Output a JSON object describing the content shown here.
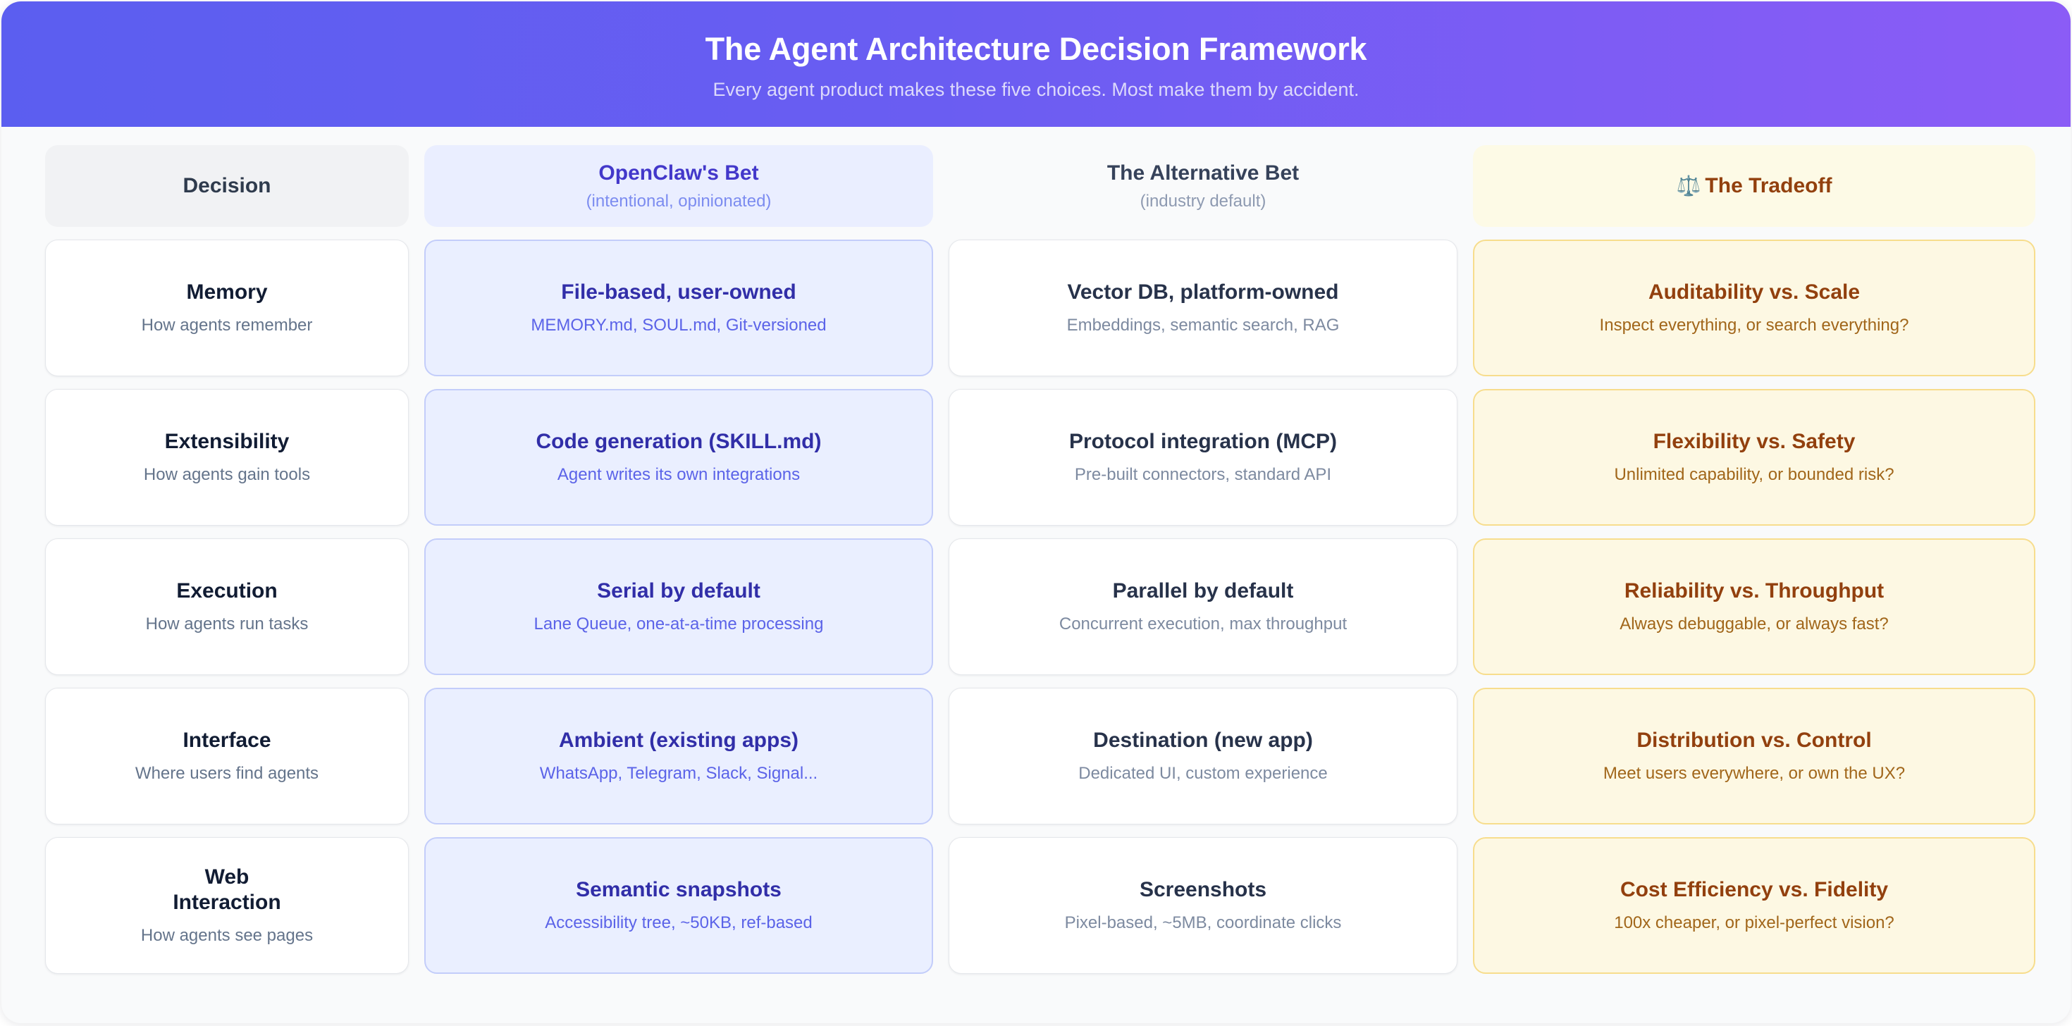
{
  "header": {
    "title": "The Agent Architecture Decision Framework",
    "subtitle": "Every agent product makes these five choices. Most make them by accident.",
    "gradient_start": "#5b5ef0",
    "gradient_end": "#8b5cf6"
  },
  "columns": [
    {
      "title": "Decision",
      "subtitle": ""
    },
    {
      "title": "OpenClaw's Bet",
      "subtitle": "(intentional, opinionated)"
    },
    {
      "title": "The Alternative Bet",
      "subtitle": "(industry default)"
    },
    {
      "title": "The Tradeoff",
      "subtitle": "",
      "icon": "balance-scale-icon",
      "icon_glyph": "⚖️"
    }
  ],
  "rows": [
    {
      "decision": {
        "title": "Memory",
        "sub": "How agents remember"
      },
      "openclaw": {
        "title": "File-based, user-owned",
        "sub": "MEMORY.md, SOUL.md, Git-versioned"
      },
      "alternative": {
        "title": "Vector DB, platform-owned",
        "sub": "Embeddings, semantic search, RAG"
      },
      "tradeoff": {
        "title": "Auditability vs. Scale",
        "sub": "Inspect everything, or search everything?"
      }
    },
    {
      "decision": {
        "title": "Extensibility",
        "sub": "How agents gain tools"
      },
      "openclaw": {
        "title": "Code generation (SKILL.md)",
        "sub": "Agent writes its own integrations"
      },
      "alternative": {
        "title": "Protocol integration (MCP)",
        "sub": "Pre-built connectors, standard API"
      },
      "tradeoff": {
        "title": "Flexibility vs. Safety",
        "sub": "Unlimited capability, or bounded risk?"
      }
    },
    {
      "decision": {
        "title": "Execution",
        "sub": "How agents run tasks"
      },
      "openclaw": {
        "title": "Serial by default",
        "sub": "Lane Queue, one-at-a-time processing"
      },
      "alternative": {
        "title": "Parallel by default",
        "sub": "Concurrent execution, max throughput"
      },
      "tradeoff": {
        "title": "Reliability vs. Throughput",
        "sub": "Always debuggable, or always fast?"
      }
    },
    {
      "decision": {
        "title": "Interface",
        "sub": "Where users find agents"
      },
      "openclaw": {
        "title": "Ambient (existing apps)",
        "sub": "WhatsApp, Telegram, Slack, Signal..."
      },
      "alternative": {
        "title": "Destination (new app)",
        "sub": "Dedicated UI, custom experience"
      },
      "tradeoff": {
        "title": "Distribution vs. Control",
        "sub": "Meet users everywhere, or own the UX?"
      }
    },
    {
      "decision": {
        "title": "Web\nInteraction",
        "title_line1": "Web",
        "title_line2": "Interaction",
        "sub": "How agents see pages"
      },
      "openclaw": {
        "title": "Semantic snapshots",
        "sub": "Accessibility tree, ~50KB, ref-based"
      },
      "alternative": {
        "title": "Screenshots",
        "sub": "Pixel-based, ~5MB, coordinate clicks"
      },
      "tradeoff": {
        "title": "Cost Efficiency vs. Fidelity",
        "sub": "100x cheaper, or pixel-perfect vision?"
      }
    }
  ],
  "colors": {
    "openclaw_accent": "#312ea8",
    "tradeoff_accent": "#92400e",
    "neutral_text": "#27324a"
  }
}
